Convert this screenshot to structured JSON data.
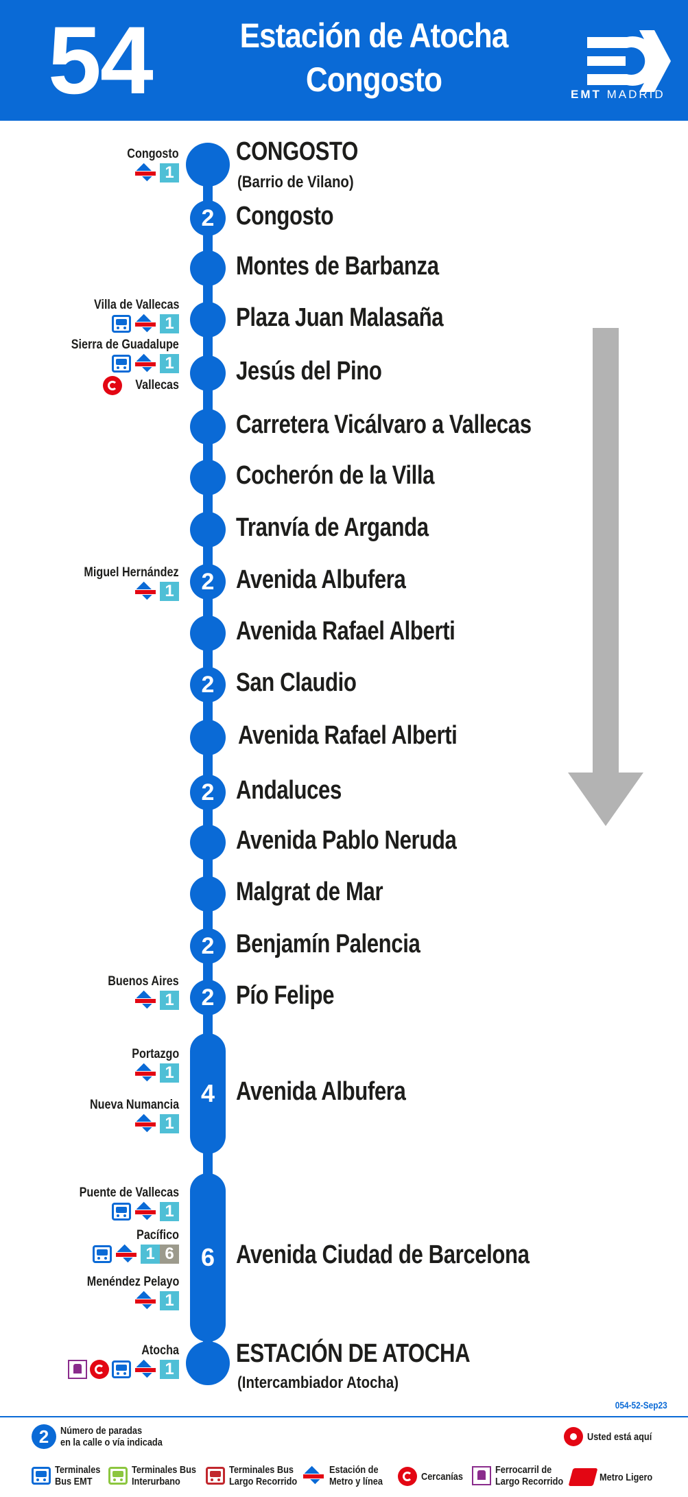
{
  "header": {
    "route_number": "54",
    "title_line1": "Estación de Atocha",
    "title_line2": "Congosto",
    "brand_bold": "EMT",
    "brand_rest": "MADRID"
  },
  "stops": [
    {
      "name": "CONGOSTO",
      "sub": "(Barrio de Vilano)",
      "count": ""
    },
    {
      "name": "Congosto",
      "count": "2"
    },
    {
      "name": "Montes de Barbanza",
      "count": ""
    },
    {
      "name": "Plaza Juan Malasaña",
      "count": ""
    },
    {
      "name": "Jesús del Pino",
      "count": ""
    },
    {
      "name": "Carretera Vicálvaro a Vallecas",
      "count": ""
    },
    {
      "name": "Cocherón de la Villa",
      "count": ""
    },
    {
      "name": "Tranvía de Arganda",
      "count": ""
    },
    {
      "name": "Avenida Albufera",
      "count": "2"
    },
    {
      "name": "Avenida Rafael Alberti",
      "count": ""
    },
    {
      "name": "San Claudio",
      "count": "2"
    },
    {
      "name": "Avenida Rafael Alberti",
      "count": ""
    },
    {
      "name": "Andaluces",
      "count": "2"
    },
    {
      "name": "Avenida Pablo Neruda",
      "count": ""
    },
    {
      "name": "Malgrat de Mar",
      "count": ""
    },
    {
      "name": "Benjamín Palencia",
      "count": "2"
    },
    {
      "name": "Pío Felipe",
      "count": "2"
    },
    {
      "name": "Avenida Albufera",
      "count": "4"
    },
    {
      "name": "Avenida Ciudad de Barcelona",
      "count": "6"
    },
    {
      "name": "ESTACIÓN DE ATOCHA",
      "sub": "(Intercambiador Atocha)",
      "count": ""
    }
  ],
  "connections": {
    "congosto": {
      "name": "Congosto",
      "metro_line": "1"
    },
    "villa_vallecas": {
      "name": "Villa de Vallecas",
      "metro_line": "1"
    },
    "sierra_guadalupe": {
      "name": "Sierra de Guadalupe",
      "metro_line": "1",
      "cercanias": "Vallecas"
    },
    "miguel_hernandez": {
      "name": "Miguel Hernández",
      "metro_line": "1"
    },
    "buenos_aires": {
      "name": "Buenos Aires",
      "metro_line": "1"
    },
    "portazgo": {
      "name": "Portazgo",
      "metro_line": "1"
    },
    "nueva_numancia": {
      "name": "Nueva Numancia",
      "metro_line": "1"
    },
    "puente_vallecas": {
      "name": "Puente de Vallecas",
      "metro_line": "1"
    },
    "pacifico": {
      "name": "Pacífico",
      "metro_line_a": "1",
      "metro_line_b": "6"
    },
    "menendez_pelayo": {
      "name": "Menéndez Pelayo",
      "metro_line": "1"
    },
    "atocha": {
      "name": "Atocha",
      "metro_line": "1"
    }
  },
  "ref_code": "054-52-Sep23",
  "legend": {
    "stops_count_number": "2",
    "stops_count_label": "Número de paradas\nen la calle o vía indicada",
    "you_are_here": "Usted está aquí",
    "bus_emt": "Terminales\nBus EMT",
    "bus_interurbano": "Terminales Bus\nInterurbano",
    "bus_largo": "Terminales Bus\nLargo Recorrido",
    "metro": "Estación de\nMetro y línea",
    "cercanias": "Cercanías",
    "ferrocarril": "Ferrocarril de\nLargo Recorrido",
    "metro_ligero": "Metro Ligero"
  },
  "colors": {
    "brand_blue": "#0a6ad6",
    "metro_red": "#e30613",
    "line1_cyan": "#4fbfd6",
    "line6_grey": "#9c9a8c",
    "arrow_grey": "#b3b3b3"
  }
}
